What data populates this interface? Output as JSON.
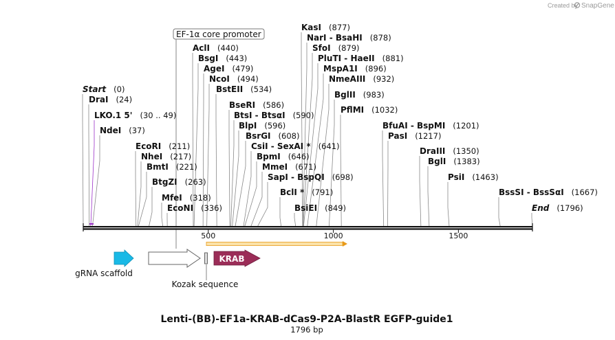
{
  "credit": {
    "prefix": "Created by",
    "brand": "SnapGene"
  },
  "map": {
    "title": "Lenti-(BB)-EF1a-KRAB-dCas9-P2A-BlastR EGFP-guide1",
    "length_label": "1796 bp",
    "length_bp": 1796,
    "ticks": [
      {
        "bp": 500,
        "label": "500"
      },
      {
        "bp": 1000,
        "label": "1000"
      },
      {
        "bp": 1500,
        "label": "1500"
      }
    ],
    "sites": [
      {
        "name": "Start",
        "pos_label": "(0)",
        "bp": 0,
        "italic": true
      },
      {
        "name": "DraI",
        "pos_label": "(24)",
        "bp": 24
      },
      {
        "name": "LKO.1 5'",
        "pos_label": "(30 .. 49)",
        "bp": 30,
        "primer": true,
        "color": "#9b30c8"
      },
      {
        "name": "NdeI",
        "pos_label": "(37)",
        "bp": 37
      },
      {
        "name": "EcoRI",
        "pos_label": "(211)",
        "bp": 211
      },
      {
        "name": "NheI",
        "pos_label": "(217)",
        "bp": 217
      },
      {
        "name": "BmtI",
        "pos_label": "(221)",
        "bp": 221
      },
      {
        "name": "BtgZI",
        "pos_label": "(263)",
        "bp": 263
      },
      {
        "name": "MfeI",
        "pos_label": "(318)",
        "bp": 318
      },
      {
        "name": "EcoNI",
        "pos_label": "(336)",
        "bp": 336
      },
      {
        "name": "AclI",
        "pos_label": "(440)",
        "bp": 440
      },
      {
        "name": "BsgI",
        "pos_label": "(443)",
        "bp": 443
      },
      {
        "name": "AgeI",
        "pos_label": "(479)",
        "bp": 479
      },
      {
        "name": "NcoI",
        "pos_label": "(494)",
        "bp": 494
      },
      {
        "name": "BstEII",
        "pos_label": "(534)",
        "bp": 534
      },
      {
        "name": "BseRI",
        "pos_label": "(586)",
        "bp": 586
      },
      {
        "name": "BtsI - BtsαI",
        "pos_label": "(590)",
        "bp": 590
      },
      {
        "name": "BlpI",
        "pos_label": "(596)",
        "bp": 596
      },
      {
        "name": "BsrGI",
        "pos_label": "(608)",
        "bp": 608
      },
      {
        "name": "CsiI - SexAI *",
        "pos_label": "(641)",
        "bp": 641
      },
      {
        "name": "BpmI",
        "pos_label": "(646)",
        "bp": 646
      },
      {
        "name": "MmeI",
        "pos_label": "(671)",
        "bp": 671
      },
      {
        "name": "SapI - BspQI",
        "pos_label": "(698)",
        "bp": 698
      },
      {
        "name": "BclI *",
        "pos_label": "(791)",
        "bp": 791
      },
      {
        "name": "BsiEI",
        "pos_label": "(849)",
        "bp": 849
      },
      {
        "name": "KasI",
        "pos_label": "(877)",
        "bp": 877
      },
      {
        "name": "NarI - BsaHI",
        "pos_label": "(878)",
        "bp": 878
      },
      {
        "name": "SfoI",
        "pos_label": "(879)",
        "bp": 879
      },
      {
        "name": "PluTI - HaeII",
        "pos_label": "(881)",
        "bp": 881
      },
      {
        "name": "MspA1I",
        "pos_label": "(896)",
        "bp": 896
      },
      {
        "name": "NmeAIII",
        "pos_label": "(932)",
        "bp": 932
      },
      {
        "name": "BglII",
        "pos_label": "(983)",
        "bp": 983
      },
      {
        "name": "PflMI",
        "pos_label": "(1032)",
        "bp": 1032
      },
      {
        "name": "BfuAI - BspMI",
        "pos_label": "(1201)",
        "bp": 1201
      },
      {
        "name": "PasI",
        "pos_label": "(1217)",
        "bp": 1217
      },
      {
        "name": "DraIII",
        "pos_label": "(1350)",
        "bp": 1350
      },
      {
        "name": "BglI",
        "pos_label": "(1383)",
        "bp": 1383
      },
      {
        "name": "PsiI",
        "pos_label": "(1463)",
        "bp": 1463
      },
      {
        "name": "BssSI - BssSαI",
        "pos_label": "(1667)",
        "bp": 1667
      },
      {
        "name": "End",
        "pos_label": "(1796)",
        "bp": 1796,
        "italic": true
      }
    ],
    "features": [
      {
        "name": "EF-1α core promoter",
        "kind": "promoter-label",
        "color": "#ffffff"
      },
      {
        "name": "gRNA scaffold",
        "kind": "arrow",
        "color": "#19b9e6"
      },
      {
        "name": "",
        "kind": "arrow",
        "color": "#ffffff"
      },
      {
        "name": "Kozak sequence",
        "kind": "box",
        "color": "#dddddd"
      },
      {
        "name": "KRAB",
        "kind": "arrow",
        "color": "#9b2d58"
      },
      {
        "name": "",
        "kind": "orf",
        "color": "#f5a623"
      }
    ]
  }
}
